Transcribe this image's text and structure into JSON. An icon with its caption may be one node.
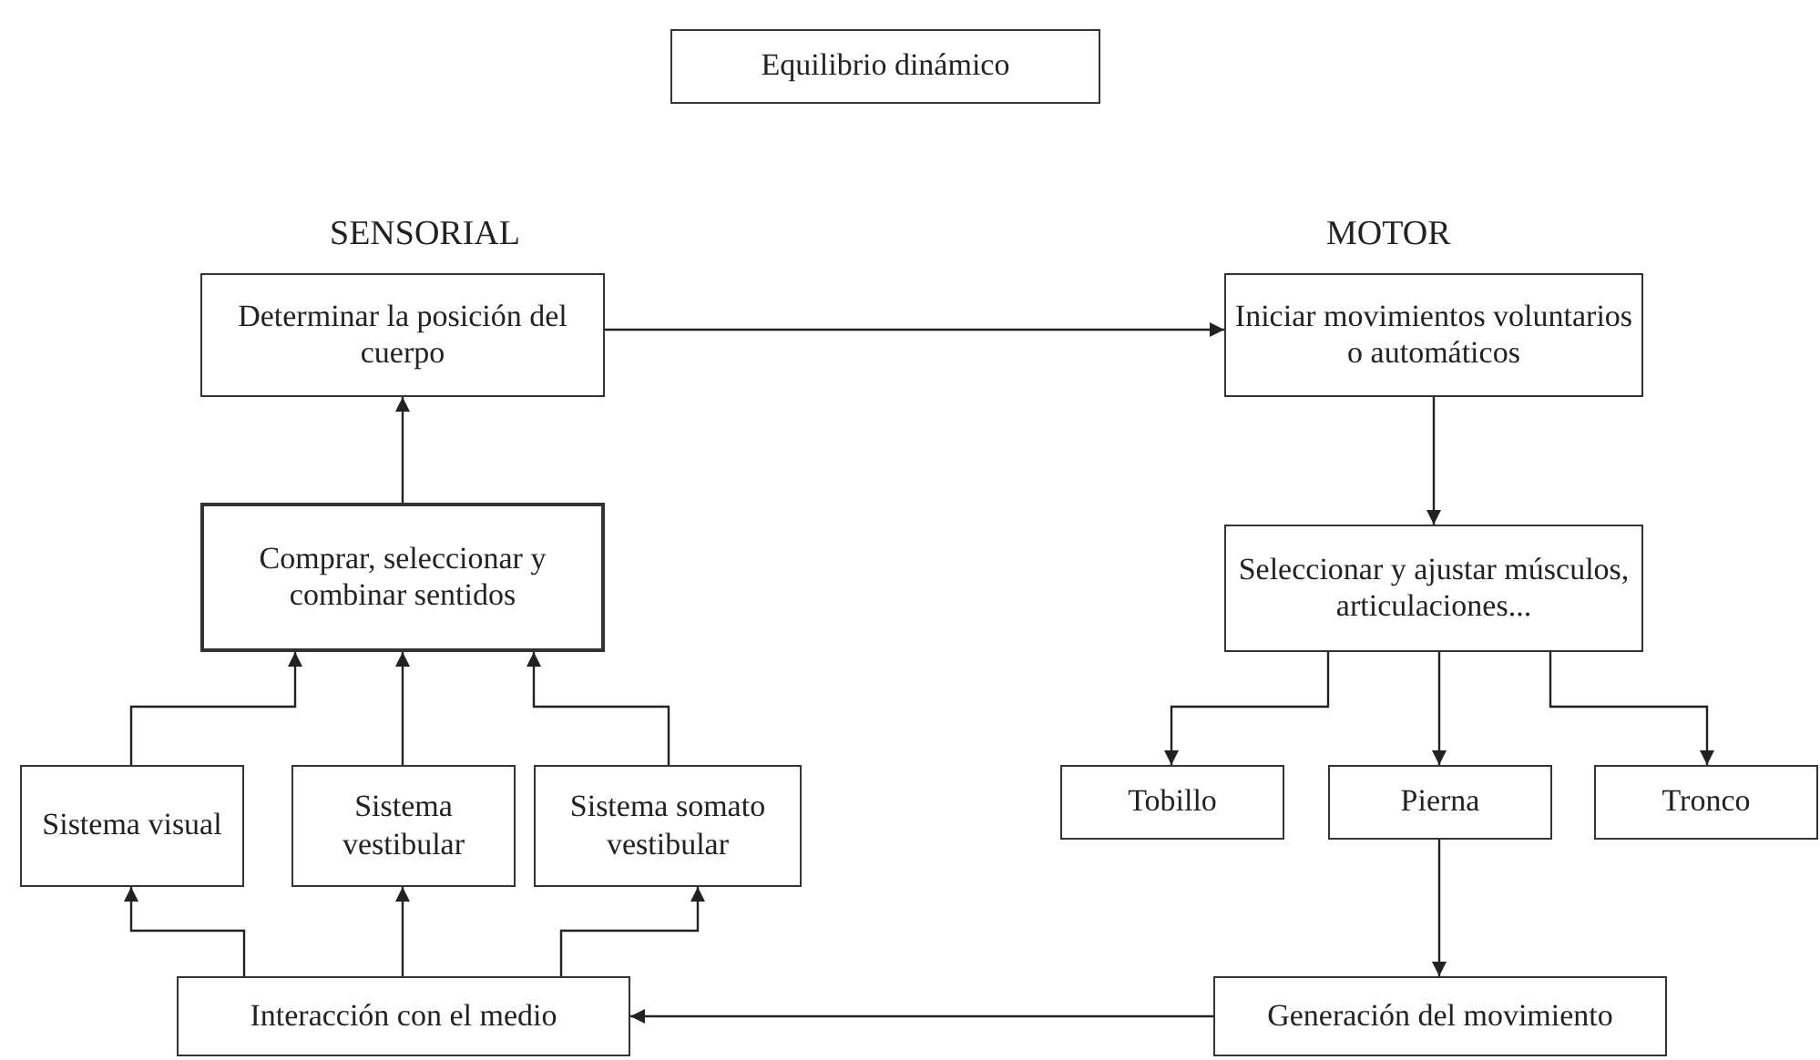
{
  "diagram": {
    "nodes": [
      {
        "text": [
          "Equilibrio dinámico"
        ]
      },
      {
        "text": [
          "Determinar la posición del cuerpo"
        ]
      },
      {
        "text": [
          "Iniciar movimientos voluntarios o automáticos"
        ]
      },
      {
        "text": [
          "Comprar, seleccionar y combinar sentidos"
        ]
      },
      {
        "text": [
          "Seleccionar y ajustar músculos, articulaciones..."
        ]
      },
      {
        "text": [
          "Sistema visual"
        ]
      },
      {
        "text": [
          "Sistema vestibular"
        ]
      },
      {
        "text": [
          "Sistema somato vestibular"
        ]
      },
      {
        "text": [
          "Tobillo"
        ]
      },
      {
        "text": [
          "Pierna"
        ]
      },
      {
        "text": [
          "Tronco"
        ]
      },
      {
        "text": [
          "Interacción con el medio"
        ]
      },
      {
        "text": [
          "Generación del movimiento"
        ]
      }
    ],
    "edges": [
      {
        "from": 1,
        "to": 2,
        "arrow": "to"
      },
      {
        "from": 3,
        "to": 1,
        "arrow": "to"
      },
      {
        "from": 2,
        "to": 4,
        "arrow": "to"
      },
      {
        "from": 5,
        "to": 3,
        "arrow": "to"
      },
      {
        "from": 6,
        "to": 3,
        "arrow": "to"
      },
      {
        "from": 7,
        "to": 3,
        "arrow": "to"
      },
      {
        "from": 11,
        "to": 5,
        "arrow": "to"
      },
      {
        "from": 11,
        "to": 6,
        "arrow": "to"
      },
      {
        "from": 11,
        "to": 7,
        "arrow": "to"
      },
      {
        "from": 4,
        "to": 8,
        "arrow": "to"
      },
      {
        "from": 4,
        "to": 9,
        "arrow": "to"
      },
      {
        "from": 4,
        "to": 10,
        "arrow": "to"
      },
      {
        "from": 9,
        "to": 12,
        "arrow": "to"
      },
      {
        "from": 12,
        "to": 11,
        "arrow": "to"
      }
    ],
    "labels": [
      "SENSORIAL",
      "MOTOR"
    ]
  }
}
